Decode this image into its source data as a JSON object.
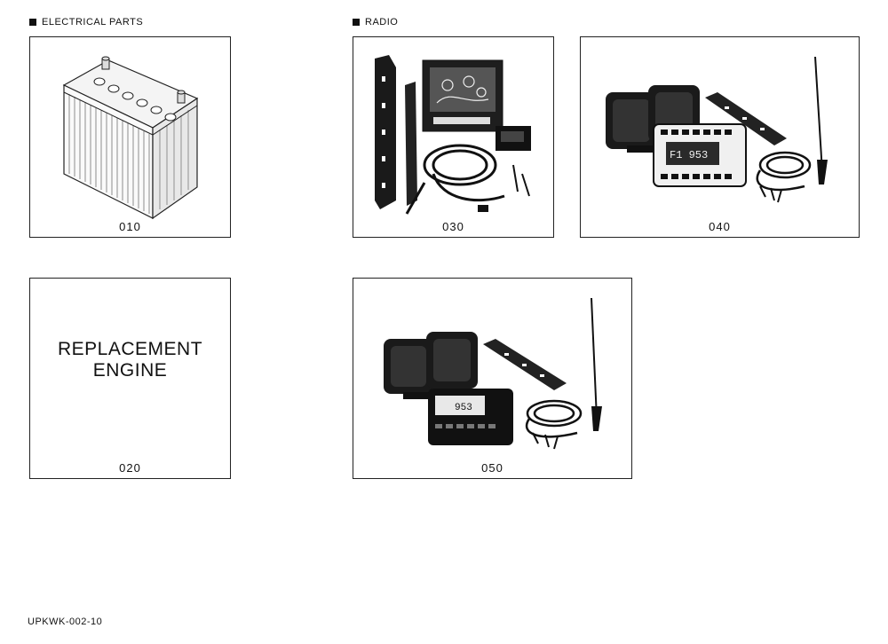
{
  "sections": {
    "electrical": "ELECTRICAL PARTS",
    "radio": "RADIO"
  },
  "panels": {
    "p010": {
      "code": "010"
    },
    "p020": {
      "code": "020",
      "line1": "REPLACEMENT",
      "line2": "ENGINE"
    },
    "p030": {
      "code": "030"
    },
    "p040": {
      "code": "040",
      "display": "F1 953"
    },
    "p050": {
      "code": "050",
      "display": "953"
    }
  },
  "footer": "UPKWK-002-10",
  "icons": [
    "battery-illustration",
    "radio-kit-illustration",
    "marine-radio-kit-illustration"
  ]
}
